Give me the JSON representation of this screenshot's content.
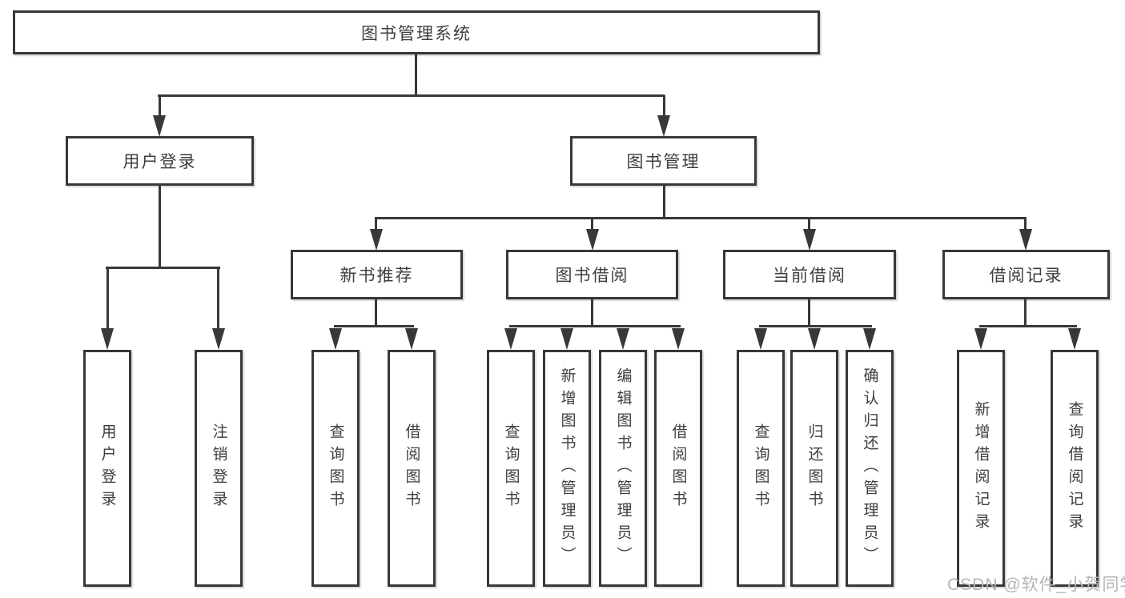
{
  "diagram": {
    "root": {
      "label": "图书管理系统"
    },
    "level2": [
      {
        "label": "用户登录"
      },
      {
        "label": "图书管理"
      }
    ],
    "level3": [
      {
        "label": "新书推荐"
      },
      {
        "label": "图书借阅"
      },
      {
        "label": "当前借阅"
      },
      {
        "label": "借阅记录"
      }
    ],
    "leaves": {
      "user_login": [
        {
          "label": "用户登录"
        },
        {
          "label": "注销登录"
        }
      ],
      "new_book_recommend": [
        {
          "label": "查询图书"
        },
        {
          "label": "借阅图书"
        }
      ],
      "book_borrow": [
        {
          "label": "查询图书"
        },
        {
          "label": "新增图书（管理员）"
        },
        {
          "label": "编辑图书（管理员）"
        },
        {
          "label": "借阅图书"
        }
      ],
      "current_borrow": [
        {
          "label": "查询图书"
        },
        {
          "label": "归还图书"
        },
        {
          "label": "确认归还（管理员）"
        }
      ],
      "borrow_record": [
        {
          "label": "新增借阅记录"
        },
        {
          "label": "查询借阅记录"
        }
      ]
    }
  },
  "watermark": {
    "text": "CSDN @软件_小贺同学",
    "color": "#b5b5b5"
  },
  "colors": {
    "line": "#383838",
    "text": "#3e3e3e",
    "background": "#ffffff"
  }
}
